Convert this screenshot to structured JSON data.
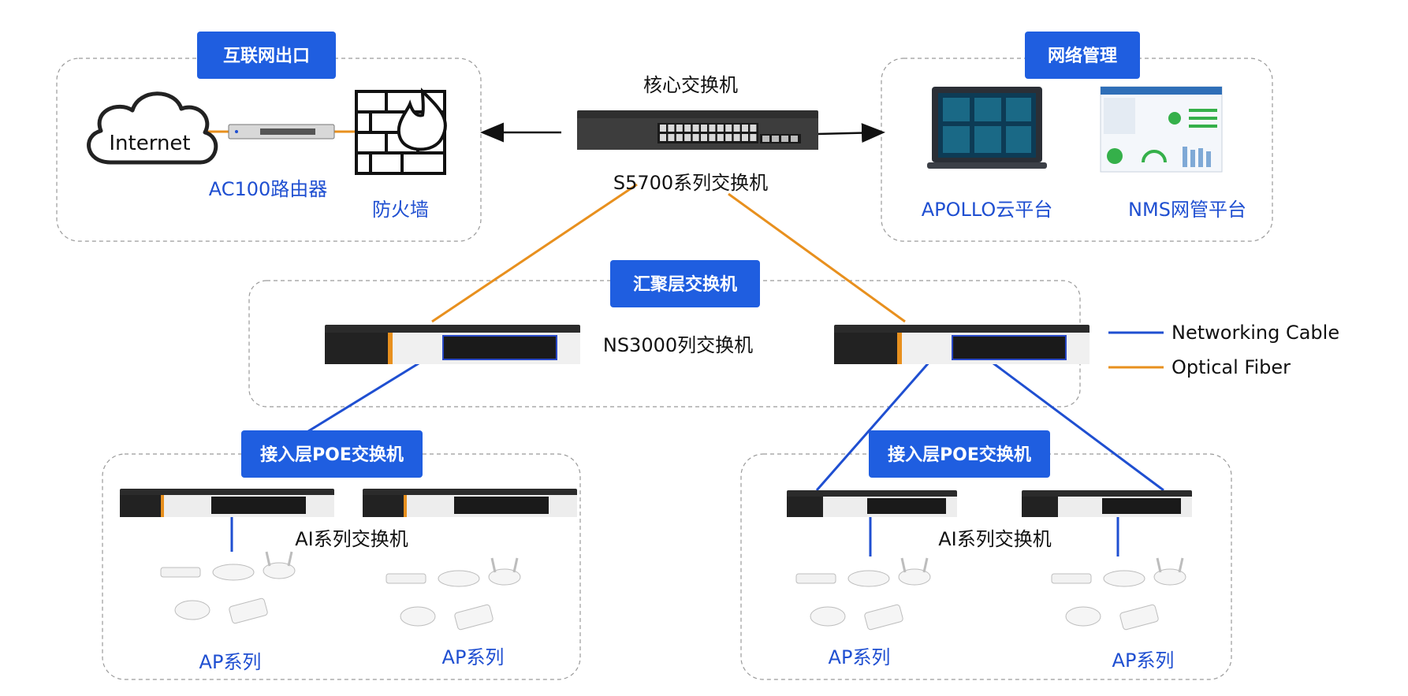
{
  "groups": {
    "internet_exit": "互联网出口",
    "network_mgmt": "网络管理",
    "aggregation": "汇聚层交换机",
    "access_left": "接入层POE交换机",
    "access_right": "接入层POE交换机"
  },
  "internet": {
    "cloud_label": "Internet",
    "router_label": "AC100路由器",
    "firewall_label": "防火墙"
  },
  "core": {
    "title": "核心交换机",
    "model": "S5700系列交换机"
  },
  "management": {
    "apollo_label": "APOLLO云平台",
    "nms_label": "NMS网管平台"
  },
  "aggregation_model": "NS3000列交换机",
  "access": {
    "left_model": "AI系列交换机",
    "right_model": "AI系列交换机"
  },
  "ap_labels": [
    "AP系列",
    "AP系列",
    "AP系列",
    "AP系列"
  ],
  "legend": [
    {
      "label": "Networking Cable",
      "color": "#1f4fd1"
    },
    {
      "label": "Optical Fiber",
      "color": "#e8901e"
    }
  ],
  "colors": {
    "badge": "#1f5ee0",
    "cable": "#1f4fd1",
    "fiber": "#e8901e"
  }
}
